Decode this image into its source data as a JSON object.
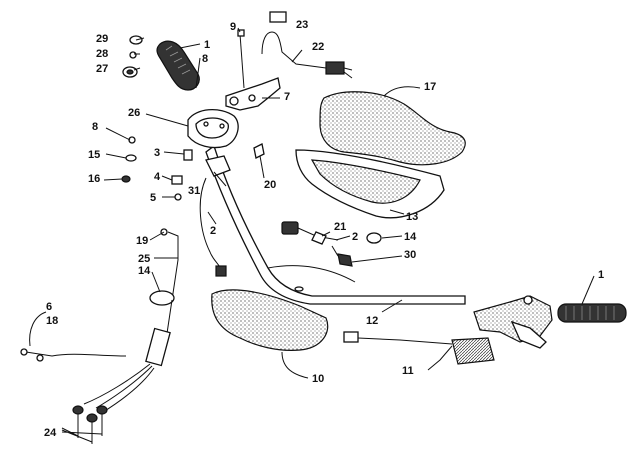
{
  "callouts": [
    {
      "id": "c1a",
      "text": "1"
    },
    {
      "id": "c1b",
      "text": "1"
    },
    {
      "id": "c2a",
      "text": "2"
    },
    {
      "id": "c2b",
      "text": "2"
    },
    {
      "id": "c3",
      "text": "3"
    },
    {
      "id": "c4",
      "text": "4"
    },
    {
      "id": "c5",
      "text": "5"
    },
    {
      "id": "c6",
      "text": "6"
    },
    {
      "id": "c7",
      "text": "7"
    },
    {
      "id": "c8a",
      "text": "8"
    },
    {
      "id": "c8b",
      "text": "8"
    },
    {
      "id": "c9",
      "text": "9"
    },
    {
      "id": "c10",
      "text": "10"
    },
    {
      "id": "c11",
      "text": "11"
    },
    {
      "id": "c12",
      "text": "12"
    },
    {
      "id": "c13",
      "text": "13"
    },
    {
      "id": "c14a",
      "text": "14"
    },
    {
      "id": "c14b",
      "text": "14"
    },
    {
      "id": "c15",
      "text": "15"
    },
    {
      "id": "c16",
      "text": "16"
    },
    {
      "id": "c17",
      "text": "17"
    },
    {
      "id": "c18",
      "text": "18"
    },
    {
      "id": "c19",
      "text": "19"
    },
    {
      "id": "c20",
      "text": "20"
    },
    {
      "id": "c21",
      "text": "21"
    },
    {
      "id": "c22",
      "text": "22"
    },
    {
      "id": "c23",
      "text": "23"
    },
    {
      "id": "c24",
      "text": "24"
    },
    {
      "id": "c25",
      "text": "25"
    },
    {
      "id": "c26",
      "text": "26"
    },
    {
      "id": "c27",
      "text": "27"
    },
    {
      "id": "c28",
      "text": "28"
    },
    {
      "id": "c29",
      "text": "29"
    },
    {
      "id": "c30",
      "text": "30"
    },
    {
      "id": "c31",
      "text": "31"
    }
  ]
}
